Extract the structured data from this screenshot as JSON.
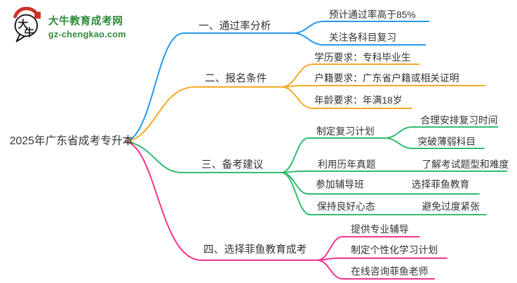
{
  "colors": {
    "background": "#ffffff",
    "text": "#333333",
    "brand_green": "#2E8B3A",
    "seal_red": "#CC3327",
    "bubble_stroke": "#1b1b1b"
  },
  "logo": {
    "site_name": "大牛教育成考网",
    "domain": "gz-chengkao.com",
    "icon_char1": "大",
    "icon_char2": "牛"
  },
  "root": {
    "label": "2025年广东省成考专升本"
  },
  "branches": [
    {
      "label": "一、通过率分析",
      "color": "#2298F1",
      "children": [
        {
          "label": "预计通过率高于85%"
        },
        {
          "label": "关注各科目复习"
        }
      ]
    },
    {
      "label": "二、报名条件",
      "color": "#F7A824",
      "children": [
        {
          "label": "学历要求：专科毕业生"
        },
        {
          "label": "户籍要求：广东省户籍或相关证明"
        },
        {
          "label": "年龄要求：年满18岁"
        }
      ]
    },
    {
      "label": "三、备考建议",
      "color": "#2DBD6E",
      "children": [
        {
          "label": "制定复习计划",
          "children": [
            {
              "label": "合理安排复习时间"
            },
            {
              "label": "突破薄弱科目"
            }
          ]
        },
        {
          "label": "利用历年真题",
          "children": [
            {
              "label": "了解考试题型和难度"
            }
          ]
        },
        {
          "label": "参加辅导班",
          "children": [
            {
              "label": "选择菲鱼教育"
            }
          ]
        },
        {
          "label": "保持良好心态",
          "children": [
            {
              "label": "避免过度紧张"
            }
          ]
        }
      ]
    },
    {
      "label": "四、选择菲鱼教育成考",
      "color": "#F2338D",
      "children": [
        {
          "label": "提供专业辅导"
        },
        {
          "label": "制定个性化学习计划"
        },
        {
          "label": "在线咨询菲鱼老师"
        }
      ]
    }
  ]
}
